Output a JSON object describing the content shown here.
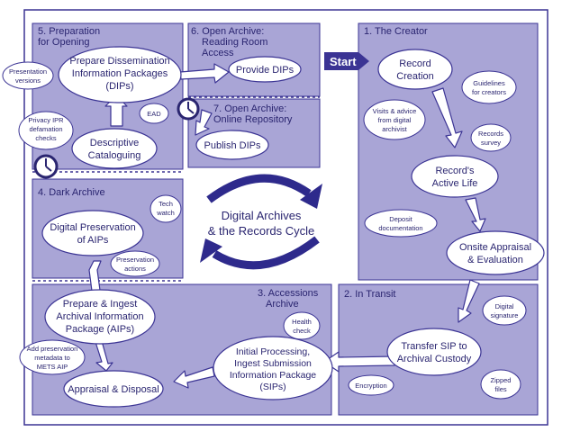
{
  "colors": {
    "panel_fill": "#a9a5d6",
    "border": "#3b3494",
    "node_fill": "#ffffff",
    "text": "#2a2570",
    "start_fill": "#3b3494",
    "cycle_arrow": "#2e2a8c"
  },
  "center": {
    "line1": "Digital Archives",
    "line2": "& the Records Cycle"
  },
  "start": {
    "label": "Start"
  },
  "panels": {
    "p1": {
      "title": "1. The Creator"
    },
    "p2": {
      "title": "2. In Transit"
    },
    "p3": {
      "title1": "3. Accessions",
      "title2": "Archive"
    },
    "p4": {
      "title": "4. Dark Archive"
    },
    "p5": {
      "title1": "5. Preparation",
      "title2": "for Opening"
    },
    "p6": {
      "title1": "6. Open Archive:",
      "title2": "Reading Room",
      "title3": "Access"
    },
    "p7": {
      "title1": "7. Open Archive:",
      "title2": "Online Repository"
    }
  },
  "nodes": {
    "record_creation": [
      "Record",
      "Creation"
    ],
    "active_life": [
      "Record's",
      "Active Life"
    ],
    "onsite_appraisal": [
      "Onsite Appraisal",
      "& Evaluation"
    ],
    "transfer_sip": [
      "Transfer SIP to",
      "Archival Custody"
    ],
    "initial_processing": [
      "Initial Processing,",
      "Ingest Submission",
      "Information Package",
      "(SIPs)"
    ],
    "appraisal_disposal": [
      "Appraisal & Disposal"
    ],
    "prepare_ingest": [
      "Prepare & Ingest",
      "Archival Information",
      "Package (AIPs)"
    ],
    "digital_preservation": [
      "Digital Preservation",
      "of AIPs"
    ],
    "descriptive_cataloguing": [
      "Descriptive",
      "Cataloguing"
    ],
    "prepare_dissemination": [
      "Prepare Dissemination",
      "Information Packages",
      "(DIPs)"
    ],
    "provide_dips": [
      "Provide DIPs"
    ],
    "publish_dips": [
      "Publish DIPs"
    ]
  },
  "notes": {
    "guidelines": [
      "Guidelines",
      "for creators"
    ],
    "visits": [
      "Visits & advice",
      "from digital",
      "archivist"
    ],
    "records_survey": [
      "Records",
      "survey"
    ],
    "deposit_doc": [
      "Deposit",
      "documentation"
    ],
    "digital_signature": [
      "Digital",
      "signature"
    ],
    "encryption": [
      "Encryption"
    ],
    "zipped": [
      "Zipped",
      "files"
    ],
    "health_check": [
      "Health",
      "check"
    ],
    "add_preservation": [
      "Add preservation",
      "metadata to",
      "METS AIP"
    ],
    "preservation_actions": [
      "Preservation",
      "actions"
    ],
    "tech_watch": [
      "Tech",
      "watch"
    ],
    "presentation_versions": [
      "Presentation",
      "versions"
    ],
    "privacy": [
      "Privacy IPR",
      "defamation",
      "checks"
    ],
    "ead": [
      "EAD"
    ]
  }
}
